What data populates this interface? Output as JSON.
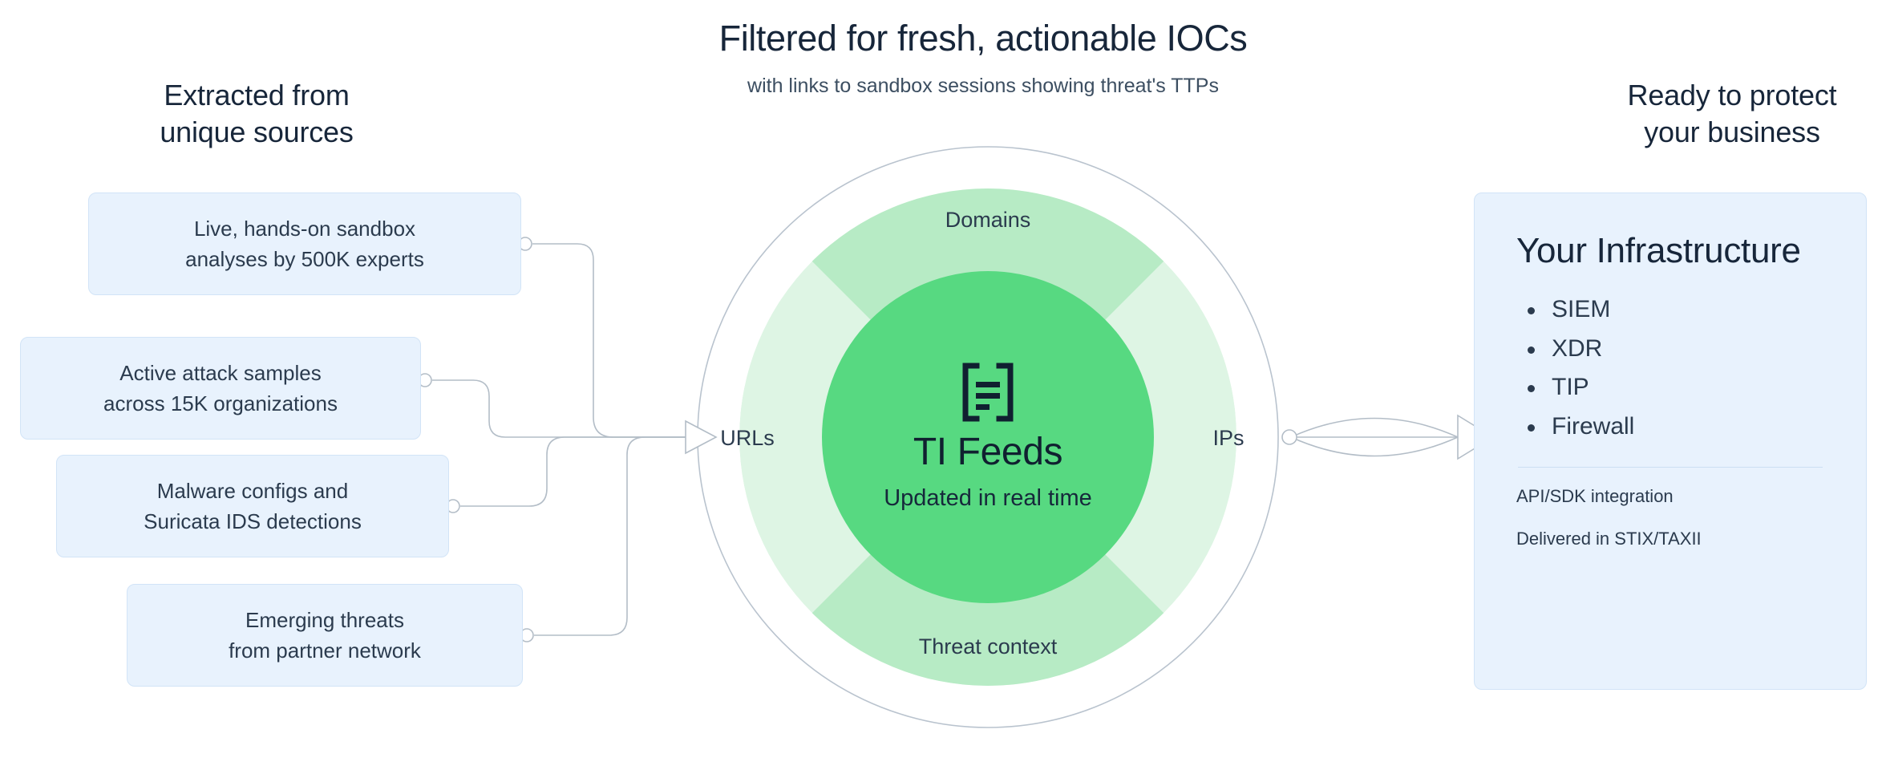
{
  "title": "Filtered for fresh, actionable IOCs",
  "subtitle": "with links to sandbox sessions showing threat's TTPs",
  "left_column": {
    "heading": "Extracted from\nunique sources",
    "sources": [
      {
        "text": "Live, hands-on sandbox\nanalyses by 500K experts"
      },
      {
        "text": "Active attack samples\nacross 15K organizations"
      },
      {
        "text": "Malware configs and\nSuricata IDS detections"
      },
      {
        "text": "Emerging threats\nfrom partner network"
      }
    ]
  },
  "hub": {
    "icon": "feed-brackets-icon",
    "title": "TI Feeds",
    "subtitle": "Updated in real time",
    "ring_labels": {
      "top": "Domains",
      "right": "IPs",
      "bottom": "Threat context",
      "left": "URLs"
    }
  },
  "right_column": {
    "heading": "Ready to protect\nyour business",
    "card": {
      "title": "Your Infrastructure",
      "items": [
        "SIEM",
        "XDR",
        "TIP",
        "Firewall"
      ],
      "notes": [
        "API/SDK integration",
        "Delivered in STIX/TAXII"
      ]
    }
  },
  "colors": {
    "text_dark": "#17263A",
    "text_body": "#2B3B4E",
    "box_fill": "#E8F2FD",
    "box_border": "#D2E4F7",
    "hub_core": "#57D981",
    "ring_strong": "#B7EBC5",
    "ring_soft": "#DEF5E4",
    "outline": "#B9C3CE",
    "connector": "#B3BDC7"
  }
}
